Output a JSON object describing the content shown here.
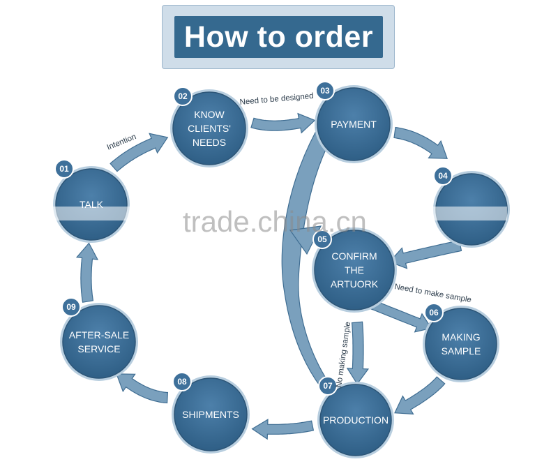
{
  "title": "How to order",
  "colors": {
    "node_fill": "#3e709a",
    "node_ring": "#b8cedf",
    "arrow_fill": "#7aa0bd",
    "arrow_stroke": "#3f6d92",
    "title_bg": "#35698f",
    "title_frame": "#cfdde9"
  },
  "nodes": [
    {
      "id": "talk",
      "badge": "01",
      "lines": [
        "TALK"
      ]
    },
    {
      "id": "know-clients-needs",
      "badge": "02",
      "lines": [
        "KNOW",
        "CLIENTS'",
        "NEEDS"
      ]
    },
    {
      "id": "payment",
      "badge": "03",
      "lines": [
        "PAYMENT"
      ]
    },
    {
      "id": "step-04",
      "badge": "04",
      "lines": []
    },
    {
      "id": "confirm-the-artuork",
      "badge": "05",
      "lines": [
        "CONFIRM",
        "THE",
        "ARTUORK"
      ]
    },
    {
      "id": "making-sample",
      "badge": "06",
      "lines": [
        "MAKING",
        "SAMPLE"
      ]
    },
    {
      "id": "production",
      "badge": "07",
      "lines": [
        "PRODUCTION"
      ]
    },
    {
      "id": "shipments",
      "badge": "08",
      "lines": [
        "SHIPMENTS"
      ]
    },
    {
      "id": "after-sale-service",
      "badge": "09",
      "lines": [
        "AFTER-SALE",
        "SERVICE"
      ]
    }
  ],
  "edge_labels": {
    "intention": "Intention",
    "need_designed": "Need to be designed",
    "need_sample": "Need to make sample",
    "no_sample": "No making sample"
  },
  "watermark": "trade.china.cn"
}
